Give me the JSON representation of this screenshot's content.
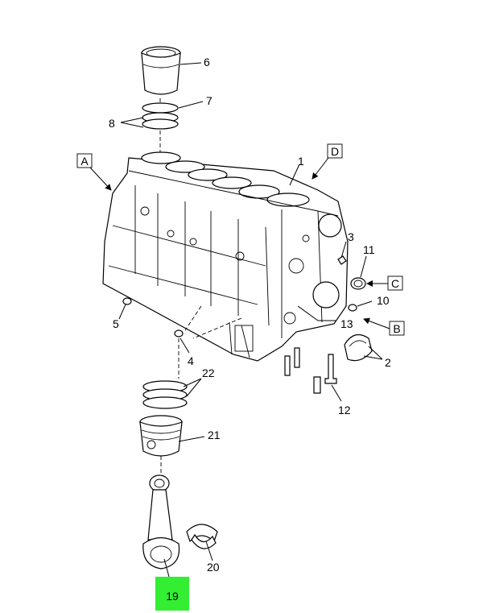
{
  "callouts": {
    "c1": "1",
    "c2": "2",
    "c3": "3",
    "c4": "4",
    "c5": "5",
    "c6": "6",
    "c7": "7",
    "c8": "8",
    "c10": "10",
    "c11": "11",
    "c12": "12",
    "c13": "13",
    "c19": "19",
    "c20": "20",
    "c21": "21",
    "c22": "22"
  },
  "view_letters": {
    "a": "A",
    "b": "B",
    "c": "C",
    "d": "D"
  },
  "colors": {
    "highlight": "#33ee33",
    "line": "#000000",
    "background": "#ffffff"
  }
}
